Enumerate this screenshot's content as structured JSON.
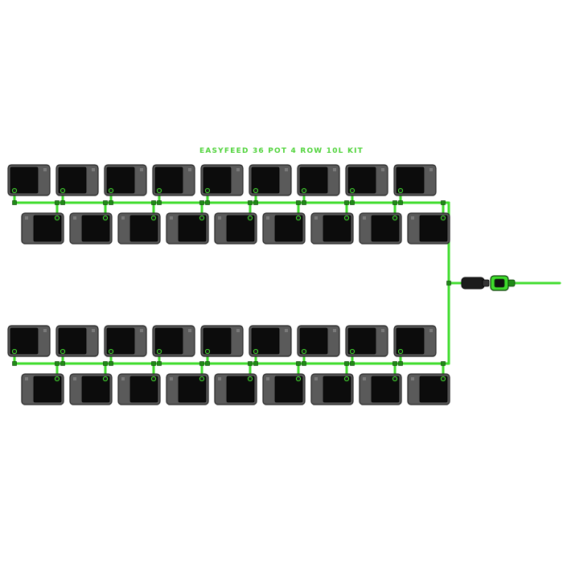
{
  "title": "EASYFEED 36 POT 4 ROW 10L KIT",
  "kit": {
    "pot_count": 36,
    "row_count": 4,
    "pots_per_row": 9,
    "pot_volume": "10L"
  },
  "colors": {
    "background": "#ffffff",
    "pot_tray": "#5a5a5a",
    "pot_tray_border": "#262626",
    "pot_body": "#0c0c0c",
    "feed_line": "#3fdc2c",
    "feed_line_dark": "#1f8a16",
    "title": "#4fd33a",
    "connector": "#1b1b1b"
  },
  "icons": {
    "pot": "pot-icon",
    "hose_connector": "hose-connector-icon",
    "valve": "valve-icon"
  }
}
